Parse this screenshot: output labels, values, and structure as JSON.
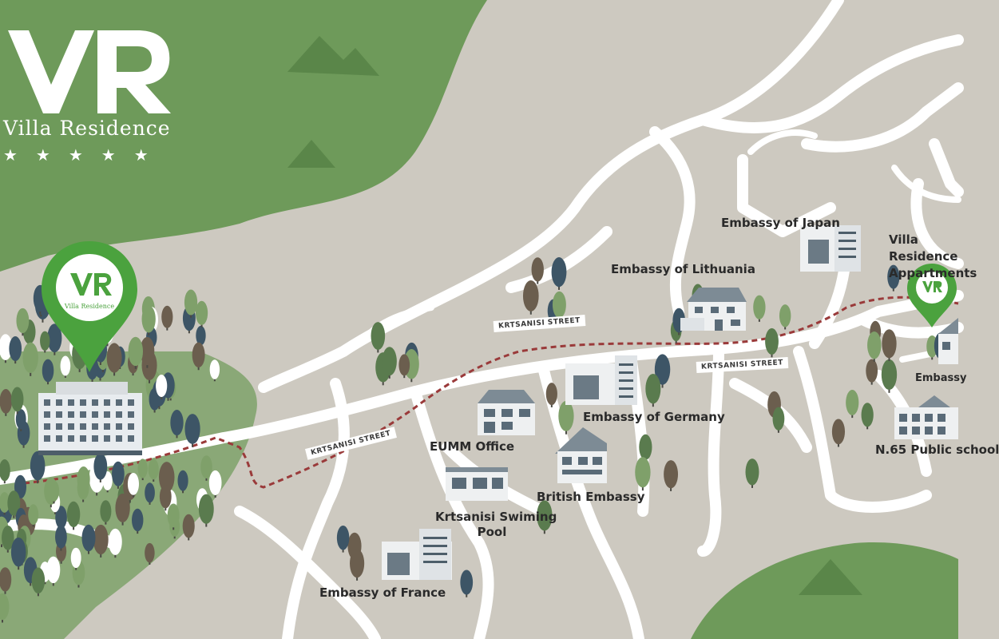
{
  "logo": {
    "monogram": "VR",
    "name": "Villa Residence",
    "stars": "★★★★★"
  },
  "pins": [
    {
      "id": "villa-residence-main",
      "monogram": "VR",
      "name": "Villa Residence"
    },
    {
      "id": "villa-residence-apartments",
      "monogram": "VR"
    }
  ],
  "streets": [
    "KRTSANISI STREET",
    "KRTSANISI STREET",
    "KRTSANISI STREET"
  ],
  "places": {
    "embassy_japan": "Embassy of Japan",
    "villa_apartments": "Villa Residence Appartments",
    "embassy_lithuania": "Embassy of Lithuania",
    "embassy_germany": "Embassy of Germany",
    "eumm_office": "EUMM Office",
    "british_embassy": "British Embassy",
    "swimming_pool_line1": "Krtsanisi Swiming",
    "swimming_pool_line2": "Pool",
    "embassy_france": "Embassy of France",
    "embassy_cut": "Embassy",
    "public_school": "N.65 Public school"
  },
  "colors": {
    "background": "#cdc9c0",
    "green_area": "#6e9a5a",
    "road": "#ffffff",
    "route": "#9a3a3a",
    "tree_dark": "#3d5566",
    "tree_green": "#7fa06a",
    "pin": "#4ba23e"
  }
}
